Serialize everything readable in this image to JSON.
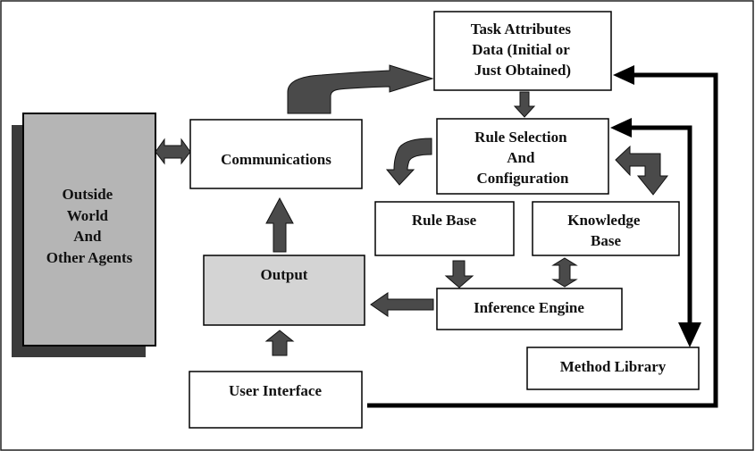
{
  "diagram": {
    "type": "block-flow",
    "colors": {
      "arrow_fill": "#4a4a4a",
      "line": "#000000",
      "outside_box_fill": "#b5b5b5",
      "outside_box_shadow": "#3a3a3a",
      "output_box_fill": "#d4d4d4",
      "box_fill": "#ffffff"
    },
    "nodes": {
      "outside_world": {
        "lines": [
          "Outside",
          "World",
          "And",
          "Other Agents"
        ]
      },
      "communications": {
        "lines": [
          "Communications"
        ]
      },
      "task_attributes": {
        "lines": [
          "Task Attributes",
          "Data (Initial or",
          "Just Obtained)"
        ]
      },
      "rule_selection": {
        "lines": [
          "Rule Selection",
          "And",
          "Configuration"
        ]
      },
      "rule_base": {
        "lines": [
          "Rule Base"
        ]
      },
      "knowledge_base": {
        "lines": [
          "Knowledge",
          "Base"
        ]
      },
      "output": {
        "lines": [
          "Output"
        ]
      },
      "inference_engine": {
        "lines": [
          "Inference Engine"
        ]
      },
      "user_interface": {
        "lines": [
          "User Interface"
        ]
      },
      "method_library": {
        "lines": [
          "Method Library"
        ]
      }
    },
    "edges": [
      {
        "from": "outside_world",
        "to": "communications",
        "style": "block-double"
      },
      {
        "from": "communications",
        "to": "task_attributes",
        "style": "block-curved"
      },
      {
        "from": "task_attributes",
        "to": "rule_selection",
        "style": "block"
      },
      {
        "from": "rule_selection",
        "to": "rule_base",
        "style": "block-curved"
      },
      {
        "from": "rule_selection",
        "to": "knowledge_base",
        "style": "block-bent-double"
      },
      {
        "from": "rule_base",
        "to": "inference_engine",
        "style": "block"
      },
      {
        "from": "knowledge_base",
        "to": "inference_engine",
        "style": "block-double"
      },
      {
        "from": "inference_engine",
        "to": "output",
        "style": "block"
      },
      {
        "from": "output",
        "to": "communications",
        "style": "block"
      },
      {
        "from": "user_interface",
        "to": "output",
        "style": "block"
      },
      {
        "from": "user_interface",
        "to": "task_attributes",
        "style": "line"
      },
      {
        "from": "method_library",
        "to": "rule_selection",
        "style": "line-double"
      }
    ]
  }
}
